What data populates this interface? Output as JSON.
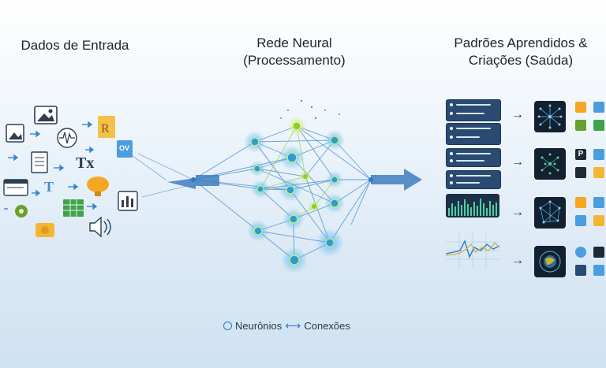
{
  "sections": {
    "input_title": "Dados de Entrada",
    "network_title_line1": "Rede Neural",
    "network_title_line2": "(Processamento)",
    "output_title_line1": "Padrões Aprendidos &",
    "output_title_line2": "Criações (Saúda)"
  },
  "legend": {
    "neurons": "Neurônios",
    "arrow": "⟷",
    "connections": "Conexões"
  },
  "input_icons": {
    "tx_label": "Tx",
    "ov_label": "OV"
  },
  "output_icons": {
    "p_label": "P"
  },
  "colors": {
    "accent": "#2f78c4",
    "neuron_blue": "#2f9ad8",
    "neuron_green": "#9bd23a",
    "dark_card": "#13202f",
    "list_card": "#2b4a72"
  },
  "icons": [
    "image-icon",
    "document-icon",
    "browser-icon",
    "gear-icon",
    "waveform-icon",
    "spreadsheet-icon",
    "folder-icon",
    "text-icon",
    "speaker-icon",
    "bar-chart-icon",
    "network-icon"
  ]
}
